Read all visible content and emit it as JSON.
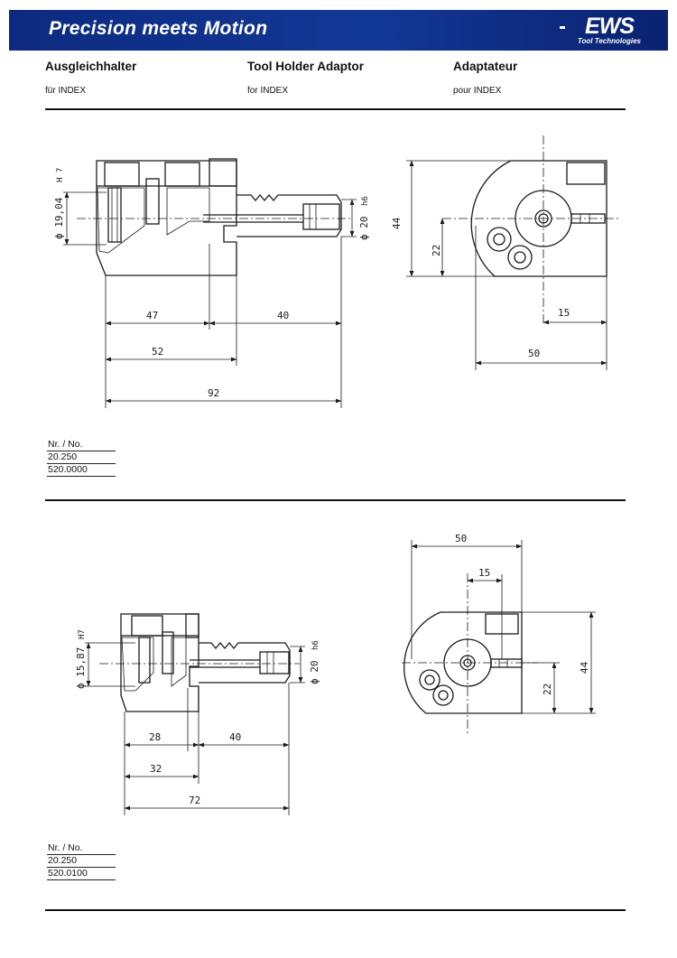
{
  "banner": {
    "title": "Precision meets Motion",
    "logo": "EWS",
    "logo_sub": "Tool Technologies"
  },
  "headings": [
    {
      "title": "Ausgleichhalter",
      "sub": "für INDEX"
    },
    {
      "title": "Tool Holder Adaptor",
      "sub": "for INDEX"
    },
    {
      "title": "Adaptateur",
      "sub": "pour INDEX"
    }
  ],
  "drawing1": {
    "bore": "ϕ 19,04",
    "bore_tol": "H 7",
    "shank": "ϕ 20",
    "shank_tol": "h6",
    "d47": "47",
    "d40": "40",
    "d52": "52",
    "d92": "92",
    "d44": "44",
    "d22": "22",
    "d15": "15",
    "d50": "50"
  },
  "part1": {
    "label": "Nr. / No.",
    "nos": [
      "20.250",
      "520.0000"
    ]
  },
  "drawing2": {
    "bore": "ϕ 15,87",
    "bore_tol": "H7",
    "shank": "ϕ 20",
    "shank_tol": "h6",
    "d28": "28",
    "d40": "40",
    "d32": "32",
    "d72": "72",
    "d50": "50",
    "d15": "15",
    "d44": "44",
    "d22": "22"
  },
  "part2": {
    "label": "Nr. / No.",
    "nos": [
      "20.250",
      "520.0100"
    ]
  }
}
